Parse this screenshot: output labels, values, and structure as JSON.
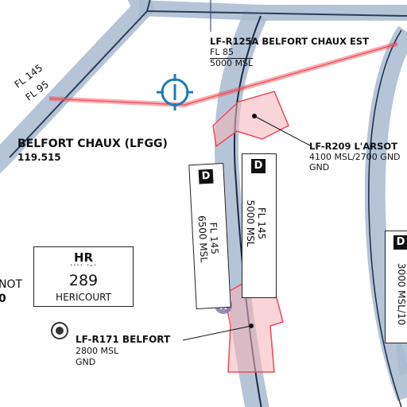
{
  "zones": [
    {
      "id": "lf-r125a",
      "name": "LF-R125A BELFORT CHAUX EST",
      "upper": "FL 85",
      "lower": "5000 MSL"
    },
    {
      "id": "lf-r209",
      "name": "LF-R209 L'ARSOT",
      "upper": "4100 MSL/2700 GND",
      "lower": "GND"
    },
    {
      "id": "lf-r171",
      "name": "LF-R171 BELFORT",
      "upper": "2800 MSL",
      "lower": "GND"
    }
  ],
  "aerodrome": {
    "name": "BELFORT CHAUX (LFGG)",
    "frequency": "119.515"
  },
  "boundary_labels": {
    "upper": "FL 145",
    "lower": "FL 95"
  },
  "sectors": [
    {
      "id": "left",
      "tag": "D",
      "upper": "FL 145",
      "lower": "6500 MSL"
    },
    {
      "id": "middle",
      "tag": "D",
      "upper": "FL 145",
      "lower": "5000 MSL"
    },
    {
      "id": "right",
      "tag": "D",
      "text": "3000 MSL/10"
    }
  ],
  "navaid": {
    "ident": "HR",
    "morse": "···· ·-·",
    "freq": "289",
    "name": "HERICOURT"
  },
  "edge_text": {
    "not": "NOT",
    "zero": "0"
  },
  "colors": {
    "airway": "#a8bbd0",
    "restricted": "#ef4a55",
    "restricted_fill": "#f6b3b8",
    "navaid": "#1e7db3",
    "heliport": "#8577a8"
  }
}
